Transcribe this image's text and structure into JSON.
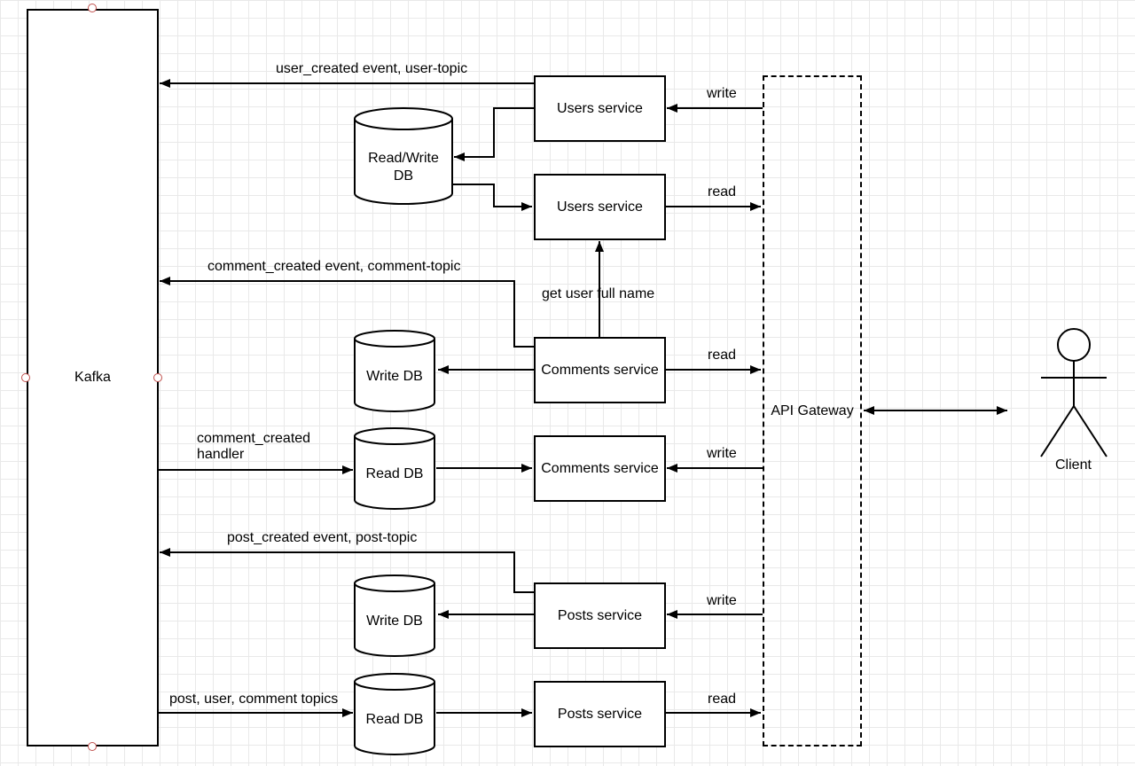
{
  "kafka": {
    "label": "Kafka"
  },
  "gateway": {
    "label": "API Gateway"
  },
  "client": {
    "label": "Client"
  },
  "services": {
    "users_write": "Users service",
    "users_read": "Users service",
    "comments_write_side": "Comments service",
    "comments_read_side": "Comments service",
    "posts_write_side": "Posts service",
    "posts_read_side": "Posts service"
  },
  "databases": {
    "users_db": "Read/Write\nDB",
    "comments_write_db": "Write DB",
    "comments_read_db": "Read DB",
    "posts_write_db": "Write DB",
    "posts_read_db": "Read DB"
  },
  "edge_labels": {
    "user_created": "user_created event, user-topic",
    "users_write": "write",
    "users_read": "read",
    "comment_created": "comment_created event, comment-topic",
    "get_user_full_name": "get user full name",
    "comments_read": "read",
    "comment_handler": "comment_created\nhandler",
    "comments_write": "write",
    "post_created": "post_created event, post-topic",
    "posts_write": "write",
    "posts_topics": "post, user, comment topics",
    "posts_read": "read"
  },
  "colors": {
    "stroke": "#000000",
    "connection_point": "#c0504d",
    "grid": "#e9e9e9"
  }
}
